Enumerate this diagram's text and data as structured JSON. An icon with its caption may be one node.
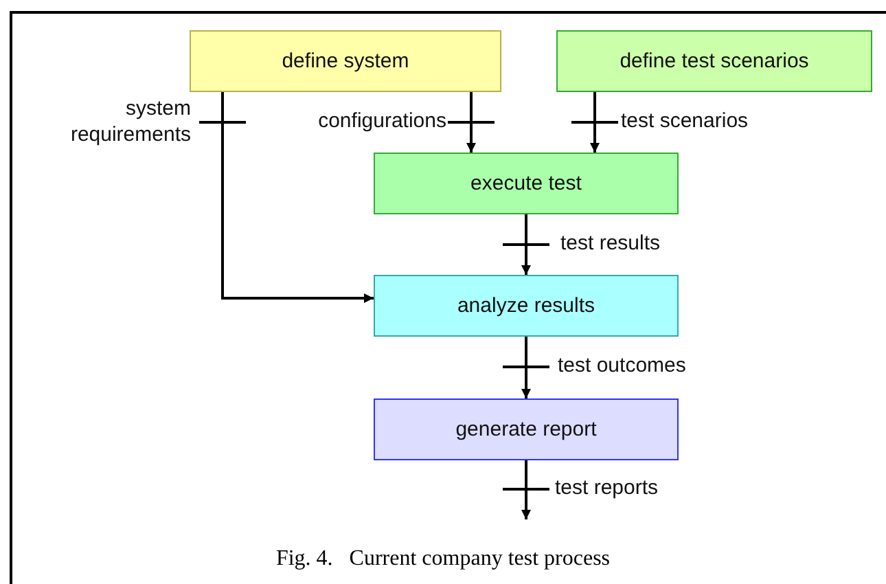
{
  "diagram": {
    "caption": "Fig. 4.   Current company test process",
    "nodes": [
      {
        "text": [
          "define system"
        ]
      },
      {
        "text": [
          "define test scenarios"
        ]
      },
      {
        "text": [
          "execute test"
        ]
      },
      {
        "text": [
          "analyze results"
        ]
      },
      {
        "text": [
          "generate report"
        ]
      }
    ],
    "edges": [
      {
        "from": 0,
        "to": 3,
        "arrow": "to",
        "label": "system requirements"
      },
      {
        "from": 0,
        "to": 2,
        "arrow": "to",
        "label": "configurations"
      },
      {
        "from": 1,
        "to": 2,
        "arrow": "to",
        "label": "test scenarios"
      },
      {
        "from": 2,
        "to": 3,
        "arrow": "to",
        "label": "test results"
      },
      {
        "from": 3,
        "to": 4,
        "arrow": "to",
        "label": "test outcomes"
      },
      {
        "from": 4,
        "to": null,
        "arrow": "to",
        "label": "test reports"
      }
    ]
  }
}
